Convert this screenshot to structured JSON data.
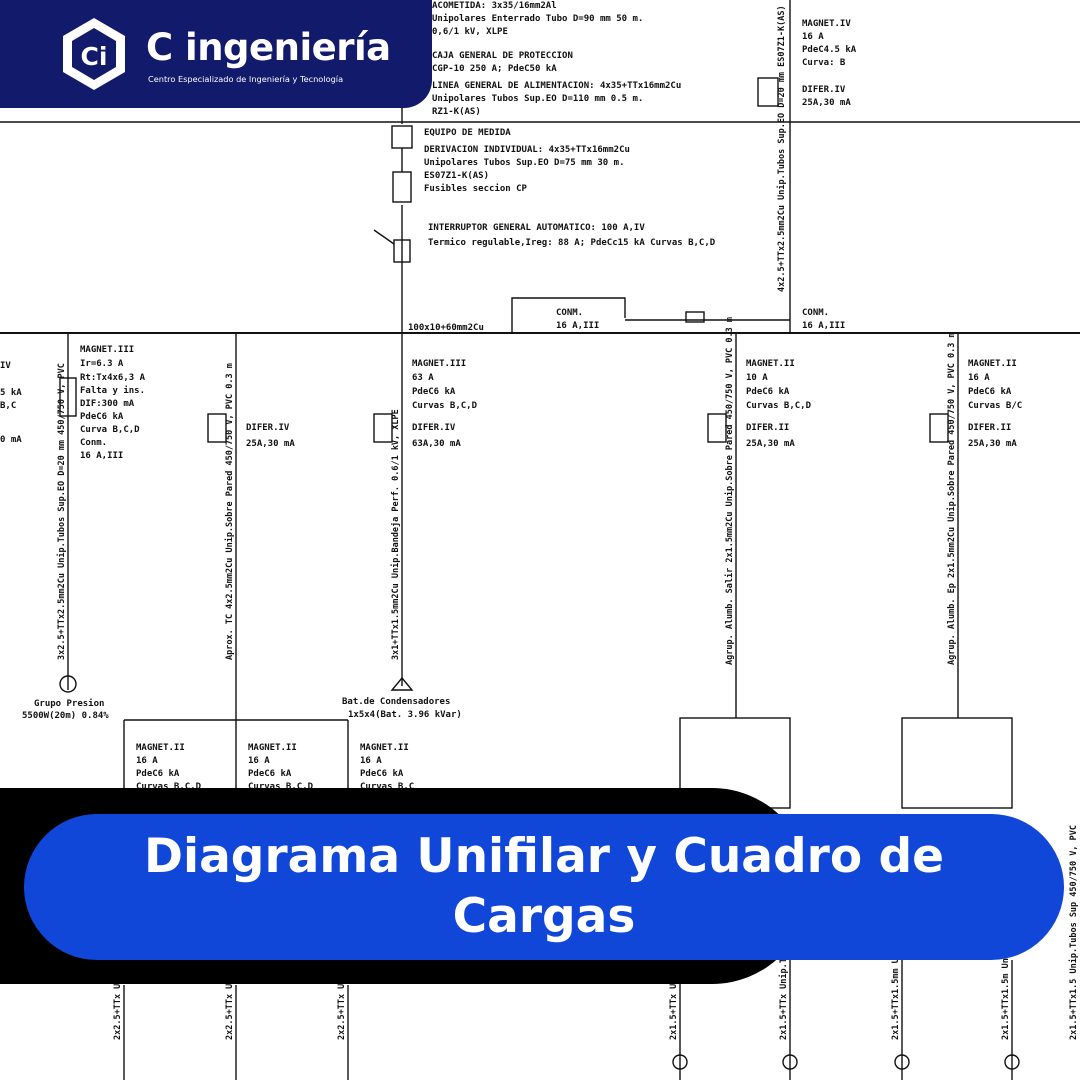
{
  "brand": {
    "name": "C ingeniería",
    "subtitle": "Centro Especializado de Ingeniería y Tecnología",
    "logo_letters": "Ci",
    "background_color": "#121a6b"
  },
  "title": {
    "text": "Diagrama Unifilar y Cuadro de Cargas",
    "pill_color": "#1147d8",
    "shadow_color": "#000000"
  },
  "diagram": {
    "top_block": [
      "ACOMETIDA: 3x35/16mm2Al",
      "Unipolares Enterrado Tubo D=90 mm 50 m.",
      "0,6/1 kV, XLPE",
      "CAJA GENERAL DE PROTECCION",
      "CGP-10 250 A; PdeC50 kA",
      "LINEA GENERAL DE ALIMENTACION: 4x35+TTx16mm2Cu",
      "Unipolares Tubos Sup.EO D=110 mm 0.5 m.",
      "RZ1-K(AS)"
    ],
    "measure_block": [
      "EQUIPO DE MEDIDA",
      "DERIVACION INDIVIDUAL: 4x35+TTx16mm2Cu",
      "Unipolares Tubos Sup.EO D=75 mm 30 m.",
      "ES07Z1-K(AS)",
      "Fusibles seccion CP"
    ],
    "main_breaker": [
      "INTERRUPTOR GENERAL AUTOMATICO: 100 A,IV",
      "Termico regulable,Ireg: 88 A; PdeCc15 kA Curvas B,C,D"
    ],
    "busbar_label": "100x10+60mm2Cu",
    "conm_left": [
      "CONM.",
      "16 A,III"
    ],
    "conm_right": [
      "CONM.",
      "16 A,III"
    ],
    "top_right_device": [
      "MAGNET.IV",
      "16 A",
      "PdeC4.5 kA",
      "Curva: B",
      "DIFER.IV",
      "25A,30 mA"
    ],
    "top_right_cable": "4x2.5+TTx2.5mm2Cu Unip.Tubos Sup.EO D=20 mm ES07Z1-K(AS)",
    "branches": [
      {
        "lines": [
          "MAGNET.III",
          "Ir=6.3 A",
          "Rt:Tx4x6,3 A",
          "Falta y ins.",
          "DIF:300 mA",
          "PdeC6 kA",
          "Curva B,C,D",
          "Conm.",
          "16 A,III"
        ],
        "cable": "3x2.5+TTx2.5mm2Cu Unip.Tubos Sup.EO D=20 mm 450/750 V, PVC",
        "load": [
          "Grupo Presion",
          "5500W(20m) 0.84%"
        ]
      },
      {
        "lines": [
          "DIFER.IV",
          "25A,30 mA"
        ],
        "cable": "Aprox. TC 4x2.5mm2Cu Unip.Sobre Pared 450/750 V, PVC 0.3 m",
        "load": []
      },
      {
        "lines": [
          "MAGNET.III",
          "63 A",
          "PdeC6 kA",
          "Curvas B,C,D",
          "DIFER.IV",
          "63A,30 mA"
        ],
        "cable": "3x1+TTx1.5mm2Cu Unip.Bandeja Perf. 0.6/1 kV, XLPE",
        "load": [
          "Bat.de Condensadores",
          "1x5x4(Bat. 3.96 kVar)"
        ]
      },
      {
        "lines": [
          "MAGNET.II",
          "10 A",
          "PdeC6 kA",
          "Curvas B,C,D",
          "DIFER.II",
          "25A,30 mA"
        ],
        "cable": "Agrup. Alumb. Salir 2x1.5mm2Cu Unip.Sobre Pared 450/750 V, PVC 0.3 m",
        "load": []
      },
      {
        "lines": [
          "MAGNET.II",
          "16 A",
          "PdeC6 kA",
          "Curvas B/C",
          "DIFER.II",
          "25A,30 mA"
        ],
        "cable": "Agrup. Alumb. Ep 2x1.5mm2Cu Unip.Sobre Pared 450/750 V, PVC 0.3 m",
        "load": []
      }
    ],
    "left_edge": [
      "IV",
      "5 kA",
      "B,C",
      "0 mA"
    ],
    "sub_breakers": [
      [
        "MAGNET.II",
        "16 A",
        "PdeC6 kA",
        "Curvas B,C,D"
      ],
      [
        "MAGNET.II",
        "16 A",
        "PdeC6 kA",
        "Curvas B,C,D"
      ],
      [
        "MAGNET.II",
        "16 A",
        "PdeC6 kA",
        "Curvas B,C"
      ]
    ],
    "bottom_cables": [
      "2x2.5+TTx Unip.Tubos 450/750",
      "2x2.5+TTx Unip.Tubos 450/750",
      "2x2.5+TTx Unip.Tubos 450/750",
      "2x1.5+TTx Unip.Tubos 450/750",
      "2x1.5+TTx Unip.Tubos Su 450/750 V, P",
      "2x1.5+TTx1.5mm Unip.Tubos Sup 450/750 V, P",
      "2x1.5+TTx1.5m Unip.Tubos Sup 450/750 V, PVC",
      "2x1.5+TTx1.5 Unip.Tubos Sup 450/750 V, PVC"
    ]
  }
}
